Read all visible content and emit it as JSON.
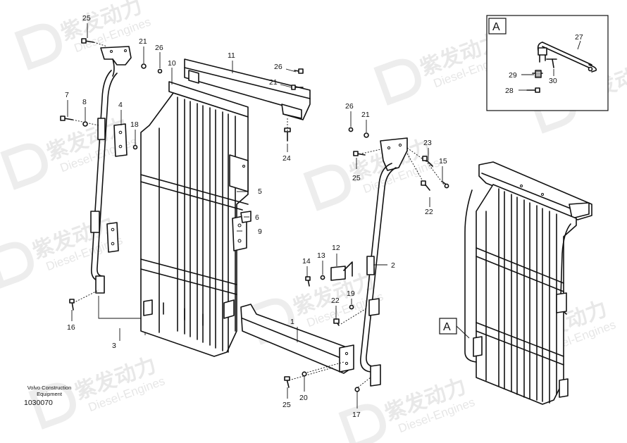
{
  "callouts": {
    "c1": "1",
    "c2": "2",
    "c3": "3",
    "c4": "4",
    "c5": "5",
    "c6": "6",
    "c7": "7",
    "c8": "8",
    "c9": "9",
    "c10": "10",
    "c11": "11",
    "c12": "12",
    "c13": "13",
    "c14": "14",
    "c15": "15",
    "c16": "16",
    "c17": "17",
    "c18": "18",
    "c19": "19",
    "c20": "20",
    "c21a": "21",
    "c21b": "21",
    "c21c": "21",
    "c22a": "22",
    "c22b": "22",
    "c23": "23",
    "c24": "24",
    "c25a": "25",
    "c25b": "25",
    "c25c": "25",
    "c26a": "26",
    "c26b": "26",
    "c26c": "26",
    "c27": "27",
    "c28": "28",
    "c29": "29",
    "c30": "30"
  },
  "detail_box": {
    "letter": "A"
  },
  "view_marker": {
    "letter": "A"
  },
  "caption": {
    "line1": "Volvo Construction",
    "line2": "Equipment"
  },
  "doc_number": "1030070",
  "watermark": {
    "text_cn": "紫发动力",
    "text_en": "Diesel-Engines",
    "logo_glyph": "D"
  }
}
